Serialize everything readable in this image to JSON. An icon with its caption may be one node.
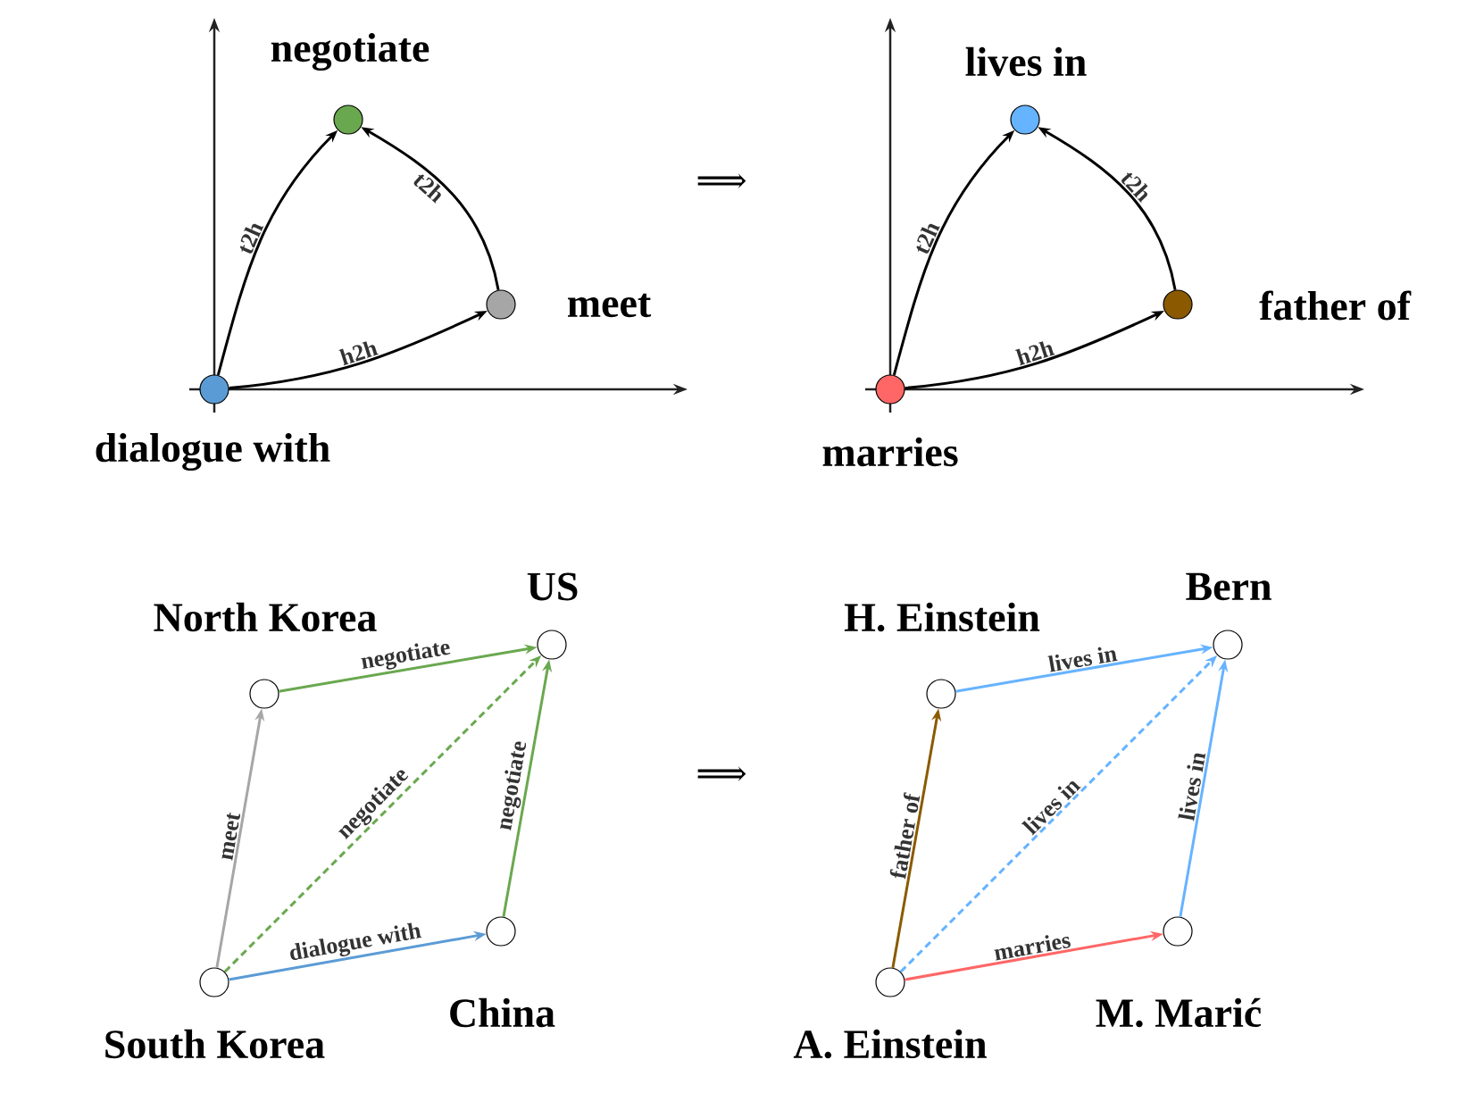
{
  "diagram": {
    "nodes": [
      {
        "text": [
          "negotiate"
        ]
      },
      {
        "text": [
          "meet"
        ]
      },
      {
        "text": [
          "dialogue with"
        ]
      },
      {
        "text": [
          "lives in"
        ]
      },
      {
        "text": [
          "father of"
        ]
      },
      {
        "text": [
          "marries"
        ]
      },
      {
        "text": [
          "North Korea"
        ]
      },
      {
        "text": [
          "US"
        ]
      },
      {
        "text": [
          "China"
        ]
      },
      {
        "text": [
          "South Korea"
        ]
      },
      {
        "text": [
          "H. Einstein"
        ]
      },
      {
        "text": [
          "Bern"
        ]
      },
      {
        "text": [
          "M. Marić"
        ]
      },
      {
        "text": [
          "A. Einstein"
        ]
      }
    ],
    "edges": [
      {
        "from": 2,
        "to": 0,
        "arrow": "to",
        "label": "t2h"
      },
      {
        "from": 1,
        "to": 0,
        "arrow": "to",
        "label": "t2h"
      },
      {
        "from": 2,
        "to": 1,
        "arrow": "to",
        "label": "h2h"
      },
      {
        "from": 5,
        "to": 3,
        "arrow": "to",
        "label": "t2h"
      },
      {
        "from": 4,
        "to": 3,
        "arrow": "to",
        "label": "t2h"
      },
      {
        "from": 5,
        "to": 4,
        "arrow": "to",
        "label": "h2h"
      },
      {
        "from": 9,
        "to": 6,
        "arrow": "to",
        "label": "meet",
        "color": "#a6a6a6"
      },
      {
        "from": 6,
        "to": 7,
        "arrow": "to",
        "label": "negotiate",
        "color": "#6aa84f"
      },
      {
        "from": 9,
        "to": 7,
        "arrow": "to",
        "label": "negotiate",
        "color": "#6aa84f",
        "style": "dashed"
      },
      {
        "from": 9,
        "to": 8,
        "arrow": "to",
        "label": "dialogue with",
        "color": "#5b9bd5"
      },
      {
        "from": 8,
        "to": 7,
        "arrow": "to",
        "label": "negotiate",
        "color": "#6aa84f"
      },
      {
        "from": 13,
        "to": 10,
        "arrow": "to",
        "label": "father of",
        "color": "#8b5a00"
      },
      {
        "from": 10,
        "to": 11,
        "arrow": "to",
        "label": "lives in",
        "color": "#66b3ff"
      },
      {
        "from": 13,
        "to": 11,
        "arrow": "to",
        "label": "lives in",
        "color": "#66b3ff",
        "style": "dashed"
      },
      {
        "from": 13,
        "to": 12,
        "arrow": "to",
        "label": "marries",
        "color": "#ff6666"
      },
      {
        "from": 12,
        "to": 11,
        "arrow": "to",
        "label": "lives in",
        "color": "#66b3ff"
      }
    ],
    "labels": [
      "⟹",
      "⟹"
    ]
  }
}
